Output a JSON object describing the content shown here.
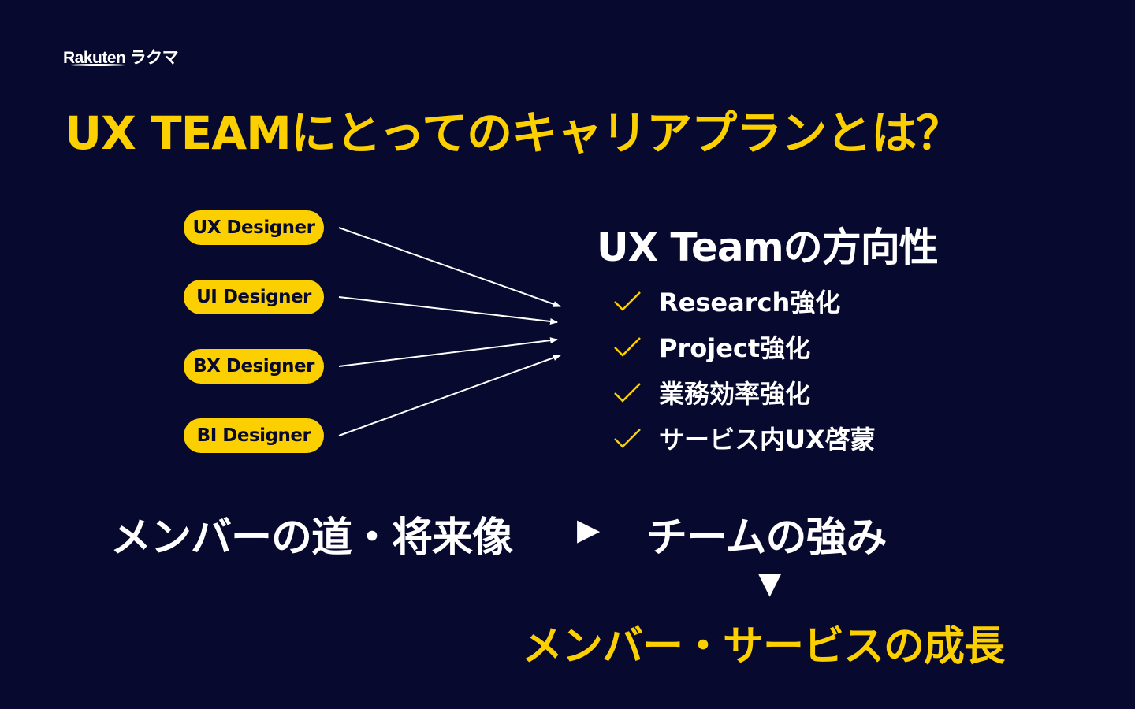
{
  "logo": {
    "text": "Rakuten ラクマ"
  },
  "title": "UX TEAMにとってのキャリアプランとは？",
  "roles": [
    "UX Designer",
    "UI Designer",
    "BX Designer",
    "BI Designer"
  ],
  "direction": {
    "heading": "UX Teamの方向性",
    "items": [
      "Research強化",
      "Project強化",
      "業務効率強化",
      "サービス内UX啓蒙"
    ]
  },
  "flow": {
    "from": "メンバーの道・将来像",
    "arrow_right": "▶",
    "to": "チームの強み",
    "arrow_down": "▼",
    "result": "メンバー・サービスの成長"
  },
  "colors": {
    "background": "#070a2e",
    "accent": "#fcd000",
    "text": "#ffffff"
  }
}
